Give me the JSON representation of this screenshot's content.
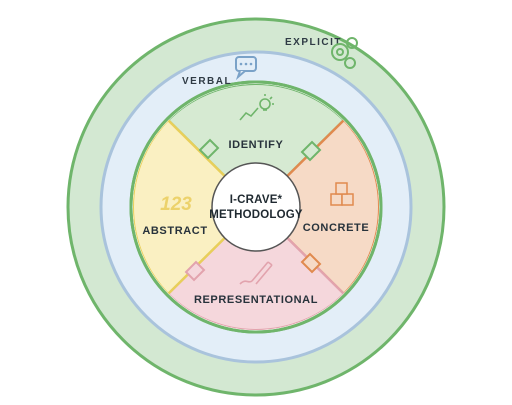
{
  "rings": {
    "outer_label": "EXPLICIT",
    "middle_label": "VERBAL"
  },
  "center": {
    "line1": "I-CRAVE*",
    "line2": "METHODOLOGY"
  },
  "segments": {
    "identify": "IDENTIFY",
    "concrete": "CONCRETE",
    "representational": "REPRESENTATIONAL",
    "abstract": "ABSTRACT",
    "abstract_numeral": "123"
  },
  "icons": {
    "explicit": "gears-icon",
    "verbal": "speech-bubble-icon",
    "identify": "lightbulb-chart-icon",
    "concrete": "cubes-icon",
    "representational": "pencil-icon"
  },
  "colors": {
    "explicit_ring": "#d3e8d2",
    "explicit_stroke": "#6fb56b",
    "verbal_ring": "#e3eef8",
    "verbal_stroke": "#a9c3dc",
    "inner_fill": "#dcefd9",
    "inner_stroke": "#6fb56b",
    "identify": "#d6ead2",
    "concrete": "#f6dac6",
    "concrete_stroke": "#e08a4f",
    "representational": "#f5d7dc",
    "representational_stroke": "#e2a3ad",
    "abstract": "#faf0c2",
    "abstract_stroke": "#e8cf5a"
  }
}
